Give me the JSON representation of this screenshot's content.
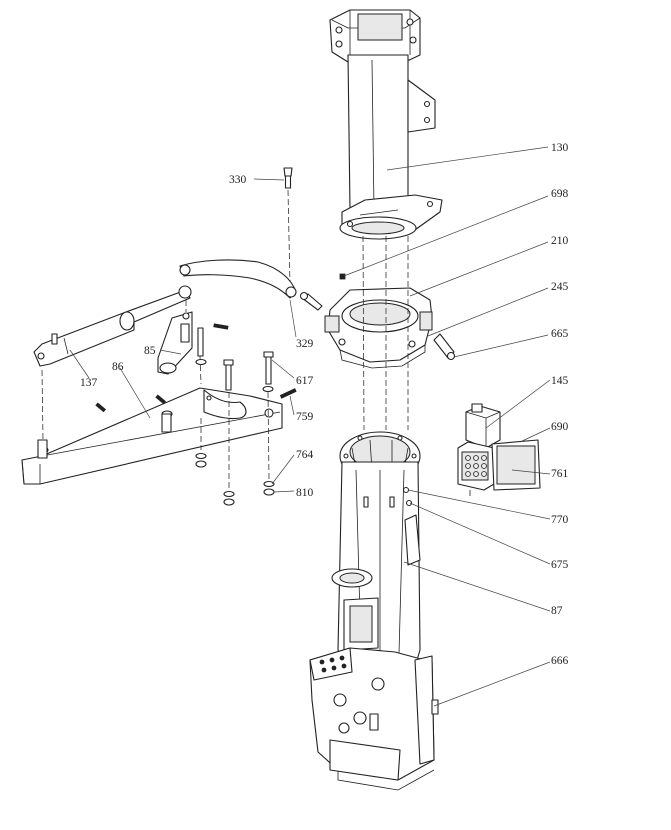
{
  "callouts": [
    {
      "id": "130",
      "text": "130"
    },
    {
      "id": "330",
      "text": "330"
    },
    {
      "id": "698",
      "text": "698"
    },
    {
      "id": "210",
      "text": "210"
    },
    {
      "id": "245",
      "text": "245"
    },
    {
      "id": "665",
      "text": "665"
    },
    {
      "id": "329",
      "text": "329"
    },
    {
      "id": "85",
      "text": "85"
    },
    {
      "id": "137",
      "text": "137"
    },
    {
      "id": "86",
      "text": "86"
    },
    {
      "id": "617",
      "text": "617"
    },
    {
      "id": "759",
      "text": "759"
    },
    {
      "id": "764",
      "text": "764"
    },
    {
      "id": "810",
      "text": "810"
    },
    {
      "id": "145",
      "text": "145"
    },
    {
      "id": "690",
      "text": "690"
    },
    {
      "id": "761",
      "text": "761"
    },
    {
      "id": "770",
      "text": "770"
    },
    {
      "id": "675",
      "text": "675"
    },
    {
      "id": "87",
      "text": "87"
    },
    {
      "id": "666",
      "text": "666"
    }
  ]
}
